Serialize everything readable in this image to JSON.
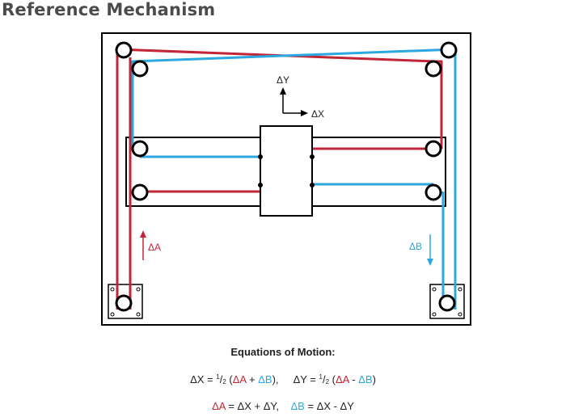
{
  "title": "Reference Mechanism",
  "colors": {
    "red": "#c12537",
    "blue": "#2aa8df",
    "frame": "#000000"
  },
  "labels": {
    "delta_y": "ΔY",
    "delta_x": "ΔX",
    "delta_a": "ΔA",
    "delta_b": "ΔB"
  },
  "equations": {
    "title": "Equations of Motion:",
    "eq1": {
      "dx_lhs": "ΔX = ",
      "dx_num": "1",
      "dx_den": "2",
      "dx_open": " (",
      "dx_a": "ΔA",
      "dx_plus": " + ",
      "dx_b": "ΔB",
      "dx_close": "),",
      "dy_lhs": "ΔY = ",
      "dy_num": "1",
      "dy_den": "2",
      "dy_open": " (",
      "dy_a": "ΔA",
      "dy_minus": " - ",
      "dy_b": "ΔB",
      "dy_close": ")"
    },
    "eq2": {
      "a": "ΔA",
      "a_rhs": " = ΔX + ΔY,",
      "b": "ΔB",
      "b_rhs": " = ΔX - ΔY"
    }
  }
}
